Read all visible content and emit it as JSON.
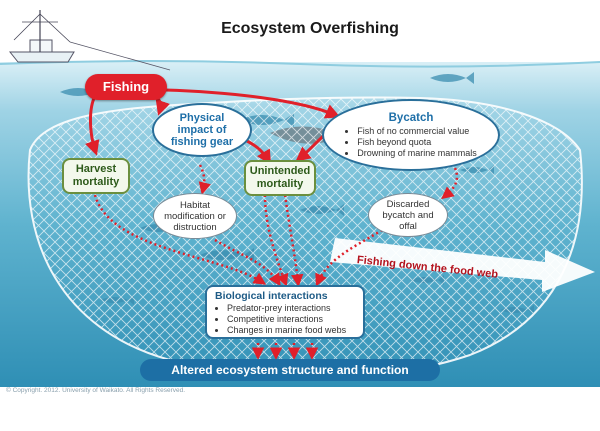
{
  "title": "Ecosystem Overfishing",
  "nodes": {
    "fishing": "Fishing",
    "physical_impact": [
      "Physical",
      "impact of",
      "fishing gear"
    ],
    "bycatch": {
      "title": "Bycatch",
      "items": [
        "Fish of no commercial value",
        "Fish beyond quota",
        "Drowning of marine mammals"
      ]
    },
    "harvest_mortality": [
      "Harvest",
      "mortality"
    ],
    "unintended_mortality": [
      "Unintended",
      "mortality"
    ],
    "habitat_modification": [
      "Habitat",
      "modification or",
      "distruction"
    ],
    "discarded_bycatch": [
      "Discarded",
      "bycatch and",
      "offal"
    ],
    "biological_interactions": {
      "title": "Biological interactions",
      "items": [
        "Predator-prey interactions",
        "Competitive interactions",
        "Changes in marine food webs"
      ]
    },
    "fishing_down": "Fishing down the food web",
    "altered": "Altered ecosystem structure and function"
  },
  "copyright": "© Copyright. 2012. University of Waikato. All Rights Reserved.",
  "colors": {
    "sea_top": "#bfe3ef",
    "sea_mid": "#5fb3cf",
    "sea_deep": "#2f8fb5",
    "red": "#e0202a",
    "blue": "#1d6fa5",
    "green": "#6b8f3e"
  }
}
